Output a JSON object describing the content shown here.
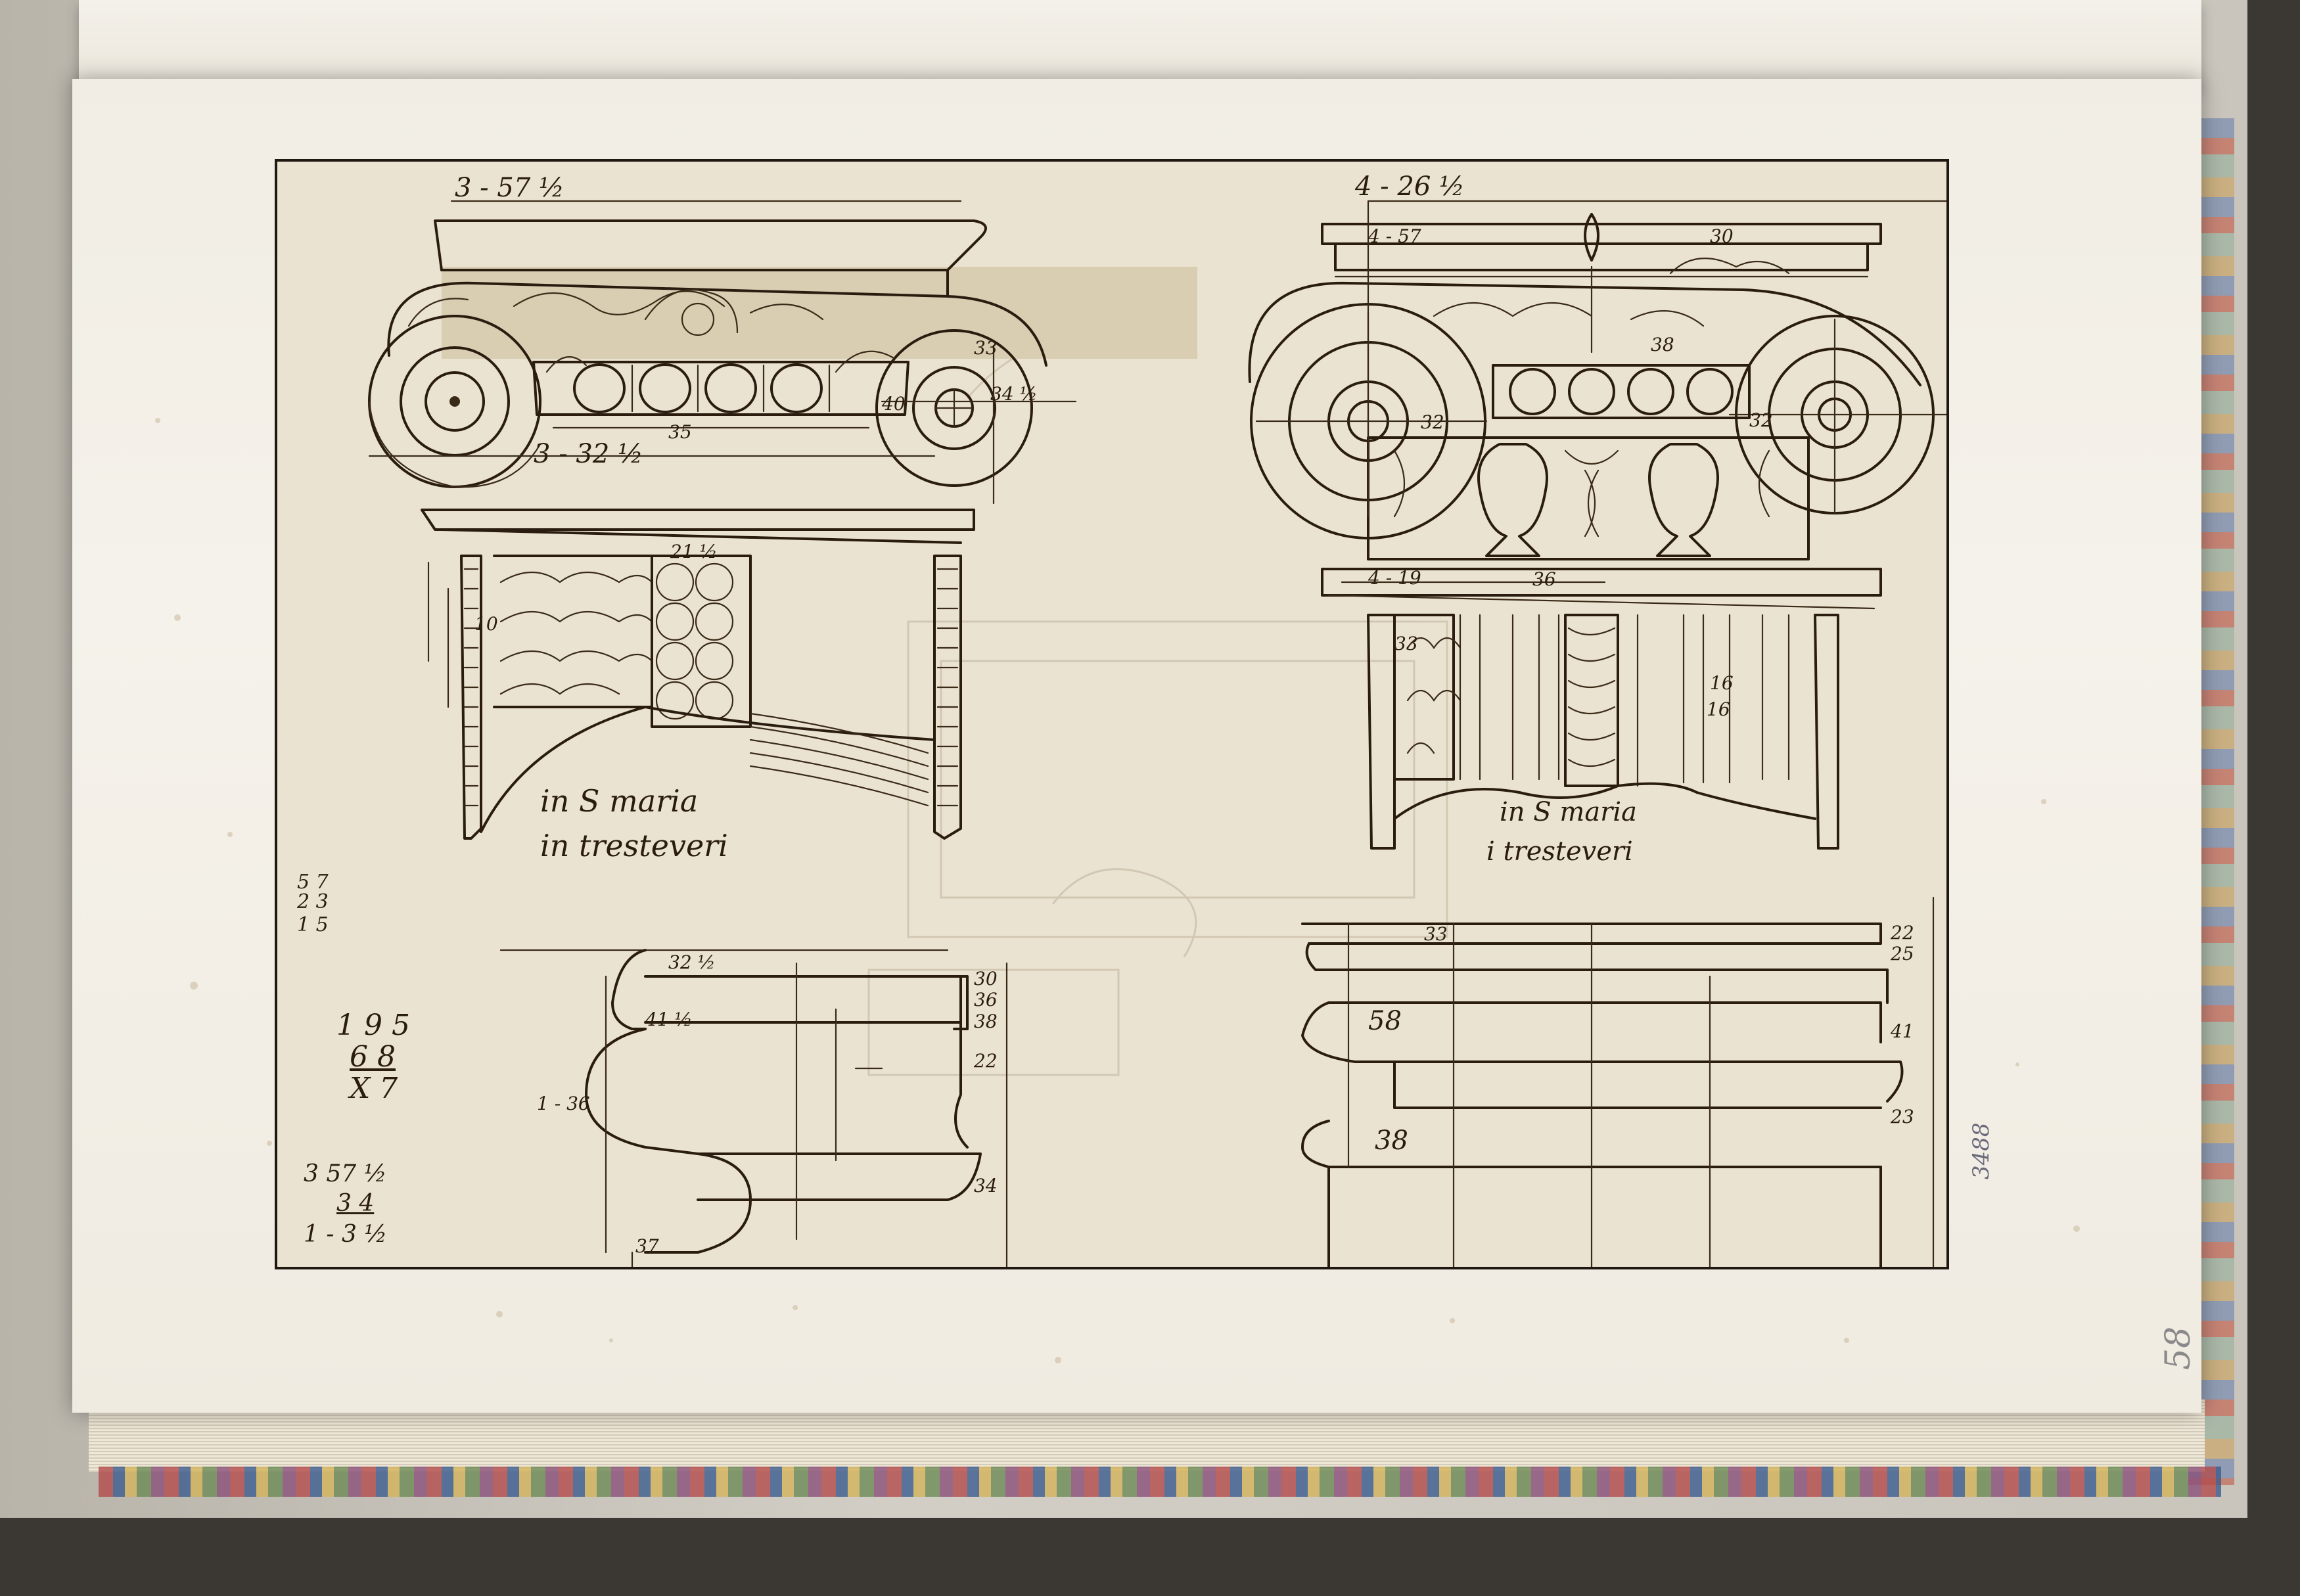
{
  "labels": {
    "left_caption_line1": "in S maria",
    "left_caption_line2": "in tresteveri",
    "right_caption_line1": "in S maria",
    "right_caption_line2": "i tresteveri"
  },
  "dimensions": {
    "left_top_width": "3 - 57 ½",
    "left_lower_width": "3 - 32 ½",
    "left_egg_35": "35",
    "left_eye_40": "40",
    "left_eye_34": "34 ½",
    "left_eye_33": "33",
    "left_neck_21": "21 ½",
    "left_shaft_10": "10",
    "right_top_width": "4 - 26 ½",
    "right_abacus": "4 - 57",
    "right_30": "30",
    "right_38": "38",
    "right_32a": "32",
    "right_32b": "32",
    "right_neck_19": "4 - 19",
    "right_36": "36",
    "right_33": "33",
    "right_16a": "16",
    "right_16b": "16",
    "lp_32": "32 ½",
    "lp_41": "41 ½",
    "lp_30": "30",
    "lp_36": "36",
    "lp_38": "38",
    "lp_22": "22",
    "lp_34": "34",
    "lp_37": "37",
    "lp_36v": "1 - 36",
    "rp_33": "33",
    "rp_58": "58",
    "rp_38": "38",
    "rp_22": "22",
    "rp_25": "25",
    "rp_23": "23",
    "rp_41": "41"
  },
  "cipher": {
    "line1": "5 7",
    "line2": "2 3",
    "line3": "1 5",
    "sum1": "1 9 5",
    "sum2": "6 8",
    "sum3": "X 7",
    "calc1": "3  57 ½",
    "calc2": "3 4",
    "calc3": "1 - 3 ½"
  },
  "page": {
    "accession": "3488",
    "folio": "58"
  }
}
